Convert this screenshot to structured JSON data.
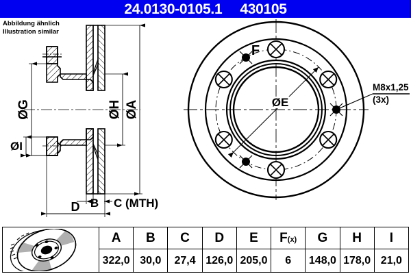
{
  "header": {
    "part_number": "24.0130-0105.1",
    "reference_number": "430105",
    "banner_color": "#0000f0",
    "text_color": "#ffffff"
  },
  "notes": {
    "line_de": "Abbildung ähnlich",
    "line_en": "Illustration similar"
  },
  "section_view": {
    "labels": {
      "diameter_g": "ØG",
      "diameter_h": "ØH",
      "diameter_a": "ØA",
      "diameter_i": "ØI",
      "thickness_b": "B",
      "thickness_c": "C (MTH)",
      "depth_d": "D"
    }
  },
  "front_view": {
    "labels": {
      "bolt_hole": "F",
      "pitch_circle": "ØE",
      "thread_callout_line1": "M8x1,25",
      "thread_callout_line2": "(3x)"
    },
    "bolt_hole_count": 6,
    "thread_hole_count": 3
  },
  "spec_table": {
    "photo_alt": "brake-disc-photo",
    "columns": [
      "A",
      "B",
      "C",
      "D",
      "E",
      "F",
      "G",
      "H",
      "I"
    ],
    "f_subscript": "(x)",
    "values": [
      "322,0",
      "30,0",
      "27,4",
      "126,0",
      "205,0",
      "6",
      "148,0",
      "178,0",
      "21,0"
    ]
  }
}
